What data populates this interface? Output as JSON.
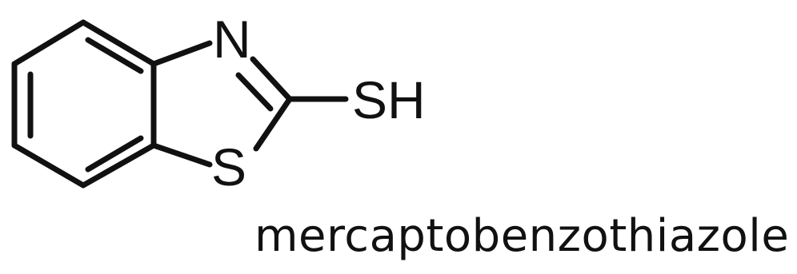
{
  "diagram": {
    "type": "chemical-structure",
    "atoms": {
      "nitrogen": "N",
      "sulfur_ring": "S",
      "thiol_group": "SH"
    },
    "compound_name": "mercaptobenzothiazole",
    "colors": {
      "ink": "#111111",
      "background": "#ffffff"
    }
  }
}
